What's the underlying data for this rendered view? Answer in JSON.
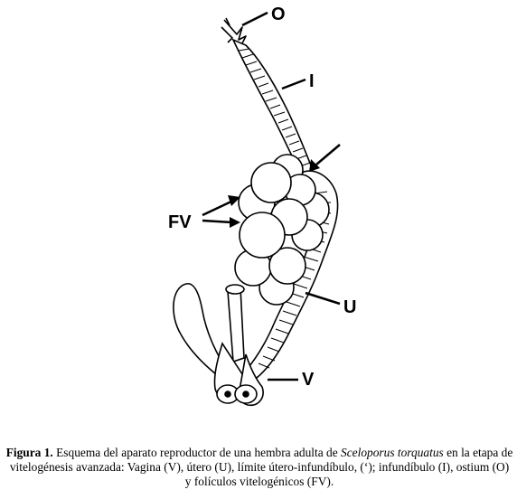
{
  "labels": {
    "ostium": "O",
    "infundibulum": "I",
    "vitellogenic_follicles": "FV",
    "uterus": "U",
    "vagina": "V"
  },
  "caption": {
    "figure_number": "Figura 1.",
    "text_before_species": " Esquema del aparato reproductor de una hembra adulta de ",
    "species": "Sceloporus torquatus",
    "text_after_species": " en la etapa de vitelogénesis avanzada: Vagina (V), útero (U), límite útero-infundíbulo, (‘); infundíbulo (I), ostium (O) y folículos vitelogénicos (FV)."
  }
}
